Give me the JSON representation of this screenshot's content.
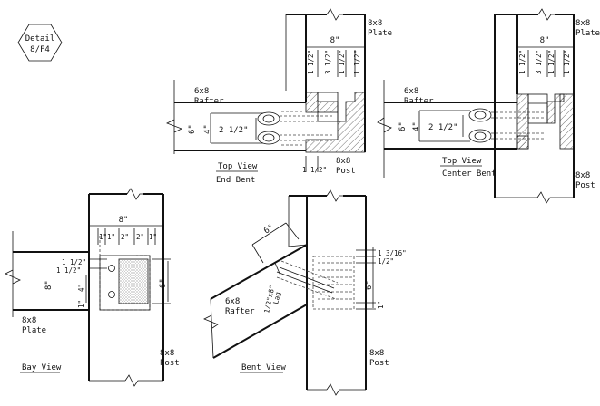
{
  "detail": {
    "line1": "Detail",
    "line2": "8/F4"
  },
  "top_end": {
    "post_dim": "8\"",
    "plate": [
      "8x8",
      "Plate"
    ],
    "rafter": [
      "6x8",
      "Rafter"
    ],
    "dims": [
      "1 1/2\"",
      "3 1/2\"",
      "1 1/2\"",
      "1 1/2\""
    ],
    "dim_6": "6\"",
    "dim_4": "4\"",
    "dim_212": "2 1/2\"",
    "dim_bottom": "1 1/2\"",
    "post": [
      "8x8",
      "Post"
    ],
    "title": [
      "Top View",
      "End Bent"
    ]
  },
  "top_center": {
    "post_dim": "8\"",
    "plate": [
      "8x8",
      "Plate"
    ],
    "rafter": [
      "6x8",
      "Rafter"
    ],
    "dims": [
      "1 1/2\"",
      "3 1/2\"",
      "1 1/2\"",
      "1 1/2\""
    ],
    "dim_6": "6\"",
    "dim_4": "4\"",
    "dim_212": "2 1/2\"",
    "post": [
      "8x8",
      "Post"
    ],
    "title": [
      "Top View",
      "Center Bent"
    ]
  },
  "bay": {
    "dim_8": "8\"",
    "dims_top": [
      "1\"",
      "1\"",
      "2\"",
      "2\"",
      "1\""
    ],
    "dim_112a": "1 1/2\"",
    "dim_112b": "1 1/2\"",
    "dim_8_left": "8\"",
    "dim_4": "4\"",
    "dim_1": "1\"",
    "dim_6": "6\"",
    "plate": [
      "8x8",
      "Plate"
    ],
    "post": [
      "8x8",
      "Post"
    ],
    "title": "Bay View"
  },
  "bent": {
    "dim_6": "6\"",
    "dim_1316": "1 3/16\"",
    "dim_12": "1/2\"",
    "dim_6_right": "6\"",
    "dim_1": "1\"",
    "lag": [
      "1/2\"x8\"",
      "Lag"
    ],
    "rafter": [
      "6x8",
      "Rafter"
    ],
    "post": [
      "8x8",
      "Post"
    ],
    "title": "Bent View"
  }
}
